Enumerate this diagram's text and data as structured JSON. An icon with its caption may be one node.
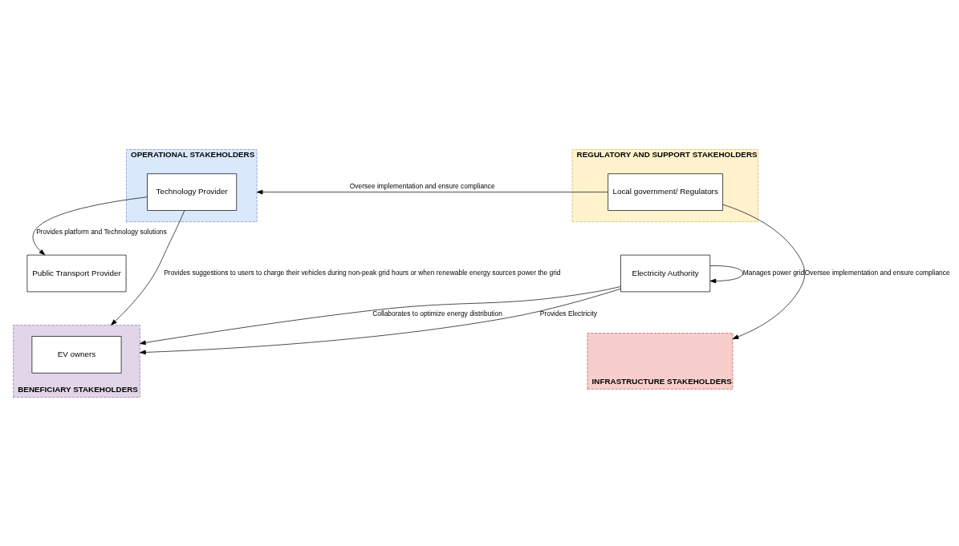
{
  "diagram": {
    "nodes": [
      {
        "text": [
          "OPERATIONAL STAKEHOLDERS"
        ]
      },
      {
        "text": [
          "Technology Provider"
        ],
        "in": 0
      },
      {
        "text": [
          "Public Transport Provider"
        ]
      },
      {
        "text": [
          "REGULATORY AND SUPPORT STAKEHOLDERS"
        ]
      },
      {
        "text": [
          "Local government/ Regulators"
        ],
        "in": 3
      },
      {
        "text": [
          "BENEFICIARY STAKEHOLDERS"
        ]
      },
      {
        "text": [
          "EV owners"
        ],
        "in": 5
      },
      {
        "text": [
          "INFRASTRUCTURE STAKEHOLDERS"
        ]
      },
      {
        "text": [
          "Electricity Authority"
        ]
      }
    ],
    "edges": [
      {
        "from": 1,
        "to": 2,
        "arrow": "to",
        "label": "Provides platform and Technology solutions"
      },
      {
        "from": 4,
        "to": 0,
        "arrow": "to",
        "label": "Oversee implementation and ensure compliance"
      },
      {
        "from": 4,
        "to": 7,
        "arrow": "to",
        "label": "Oversee implementation and ensure compliance"
      },
      {
        "from": 1,
        "to": 5,
        "arrow": "to",
        "label": "Provides suggestions to users to charge their vehicles during non-peak grid hours or when renewable energy sources power the grid"
      },
      {
        "from": 8,
        "to": 5,
        "arrow": "to",
        "label": "Collaborates to optimize energy distribution"
      },
      {
        "from": 8,
        "to": 8,
        "arrow": "to",
        "label": "Manages power grid"
      },
      {
        "from": 8,
        "to": 5,
        "arrow": "to",
        "label": "Provides Electricity"
      }
    ]
  }
}
